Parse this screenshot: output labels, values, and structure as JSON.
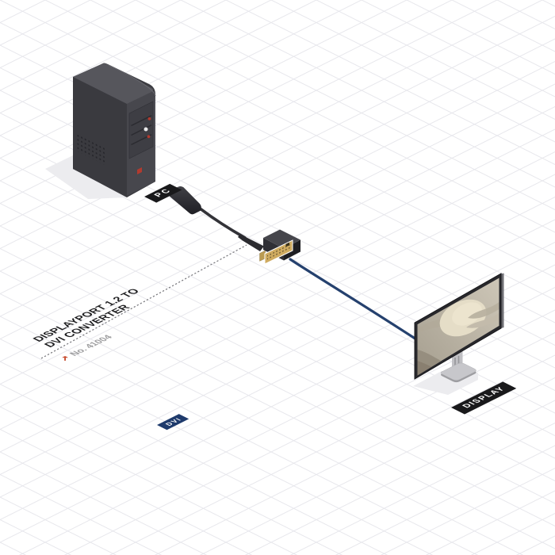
{
  "diagram": {
    "product": {
      "title_line1": "DISPLAYPORT 1.2 TO",
      "title_line2": "DVI CONVERTER",
      "number_label": "No. 41004",
      "arrow_glyph": "↗"
    },
    "labels": {
      "pc": "PC",
      "display": "DISPLAY",
      "dvi": "DVI"
    }
  },
  "colors": {
    "label_bg": "#19191b",
    "dvi_blue": "#1e3a6c",
    "cable_blue": "#25416e",
    "cable_dark": "#333338",
    "accent_red": "#c54527",
    "tower_red": "#b23a2e",
    "muted_text": "#9b9b9d",
    "title_text": "#1d1d1f",
    "grid_line": "#e6e6eb",
    "dotted_line": "#76767b"
  }
}
